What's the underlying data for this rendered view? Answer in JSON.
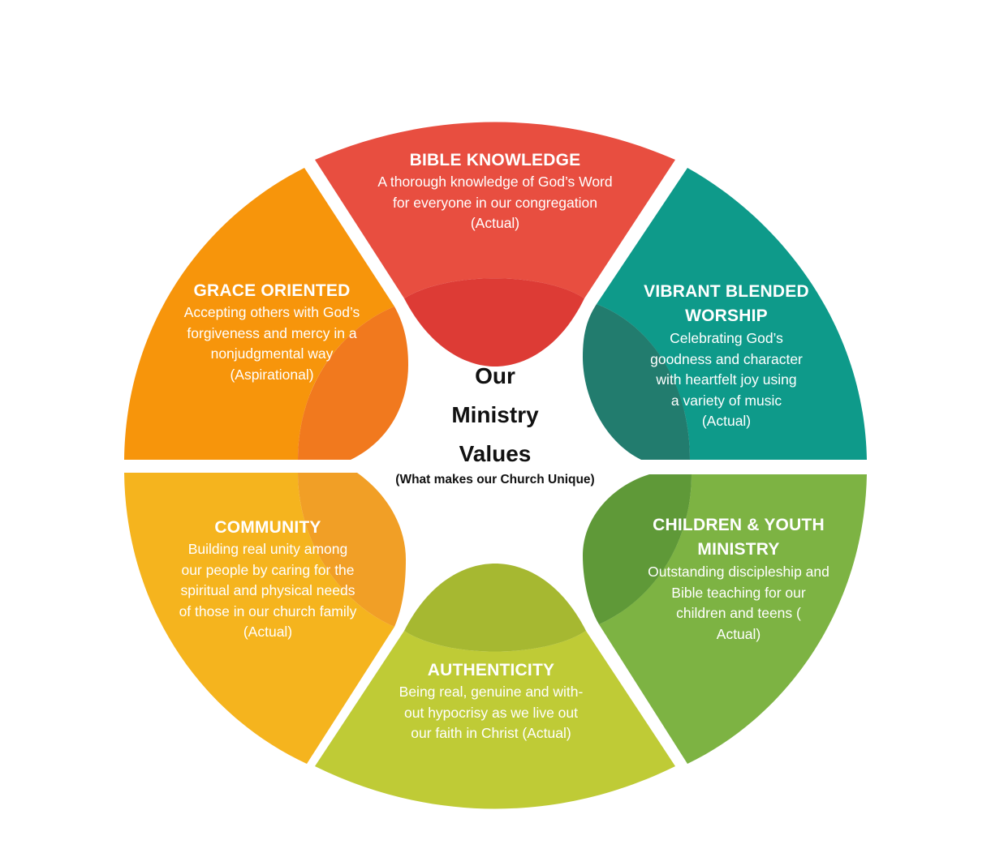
{
  "center": {
    "title_lines": [
      "Our",
      "Ministry",
      "Values"
    ],
    "subtitle": "(What makes our Church Unique)"
  },
  "segments": [
    {
      "id": "bible-knowledge",
      "title_lines": [
        "BIBLE KNOWLEDGE"
      ],
      "desc_lines": [
        "A thorough knowledge of God’s Word",
        "for everyone in our congregation",
        "(Actual)"
      ],
      "color": "#E84E40",
      "inner_color": "#D9261F"
    },
    {
      "id": "vibrant-blended-worship",
      "title_lines": [
        "VIBRANT BLENDED",
        "WORSHIP"
      ],
      "desc_lines": [
        "Celebrating God’s",
        "goodness and character",
        "with heartfelt joy using",
        "a variety of music",
        "(Actual)"
      ],
      "color": "#0E9A8A",
      "inner_color": "#0A6E5E"
    },
    {
      "id": "children-youth-ministry",
      "title_lines": [
        "CHILDREN & YOUTH",
        "MINISTRY"
      ],
      "desc_lines": [
        "Outstanding discipleship and",
        "Bible teaching for our",
        "children and teens (",
        "Actual)"
      ],
      "color": "#7DB343",
      "inner_color": "#4E8E22"
    },
    {
      "id": "authenticity",
      "title_lines": [
        "AUTHENTICITY"
      ],
      "desc_lines": [
        "Being real, genuine and with-",
        "out hypocrisy as we live out",
        "our faith in Christ (Actual)"
      ],
      "color": "#BFCB36",
      "inner_color": "#9CB01B"
    },
    {
      "id": "community",
      "title_lines": [
        "COMMUNITY"
      ],
      "desc_lines": [
        "Building real unity among",
        "our people by caring for the",
        "spiritual and physical needs",
        "of those in our church family",
        "(Actual)"
      ],
      "color": "#F5B41E",
      "inner_color": "#F0950E"
    },
    {
      "id": "grace-oriented",
      "title_lines": [
        "GRACE ORIENTED"
      ],
      "desc_lines": [
        "Accepting others with God’s",
        "forgiveness and mercy in a",
        "nonjudgmental way",
        "(Aspirational)"
      ],
      "color": "#F7950B",
      "inner_color": "#F06A05"
    }
  ]
}
